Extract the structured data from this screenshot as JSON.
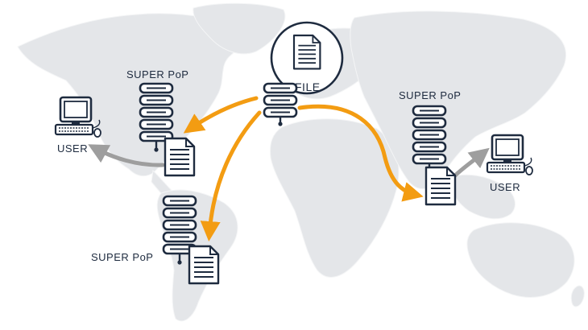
{
  "labels": {
    "file": "FILE",
    "pop_north_america": "SUPER PoP",
    "pop_south_america": "SUPER PoP",
    "pop_asia": "SUPER PoP",
    "user_left": "USER",
    "user_right": "USER"
  },
  "icons": {
    "origin_server": "server-rack-icon",
    "pop_server": "server-rack-icon",
    "document": "document-icon",
    "computer": "desktop-computer-icon"
  },
  "colors": {
    "map_land": "#e4e6e9",
    "server_outline": "#1e2b3f",
    "transfer_arrow": "#f39c12",
    "delivery_arrow": "#9e9e9e",
    "background": "#ffffff"
  }
}
